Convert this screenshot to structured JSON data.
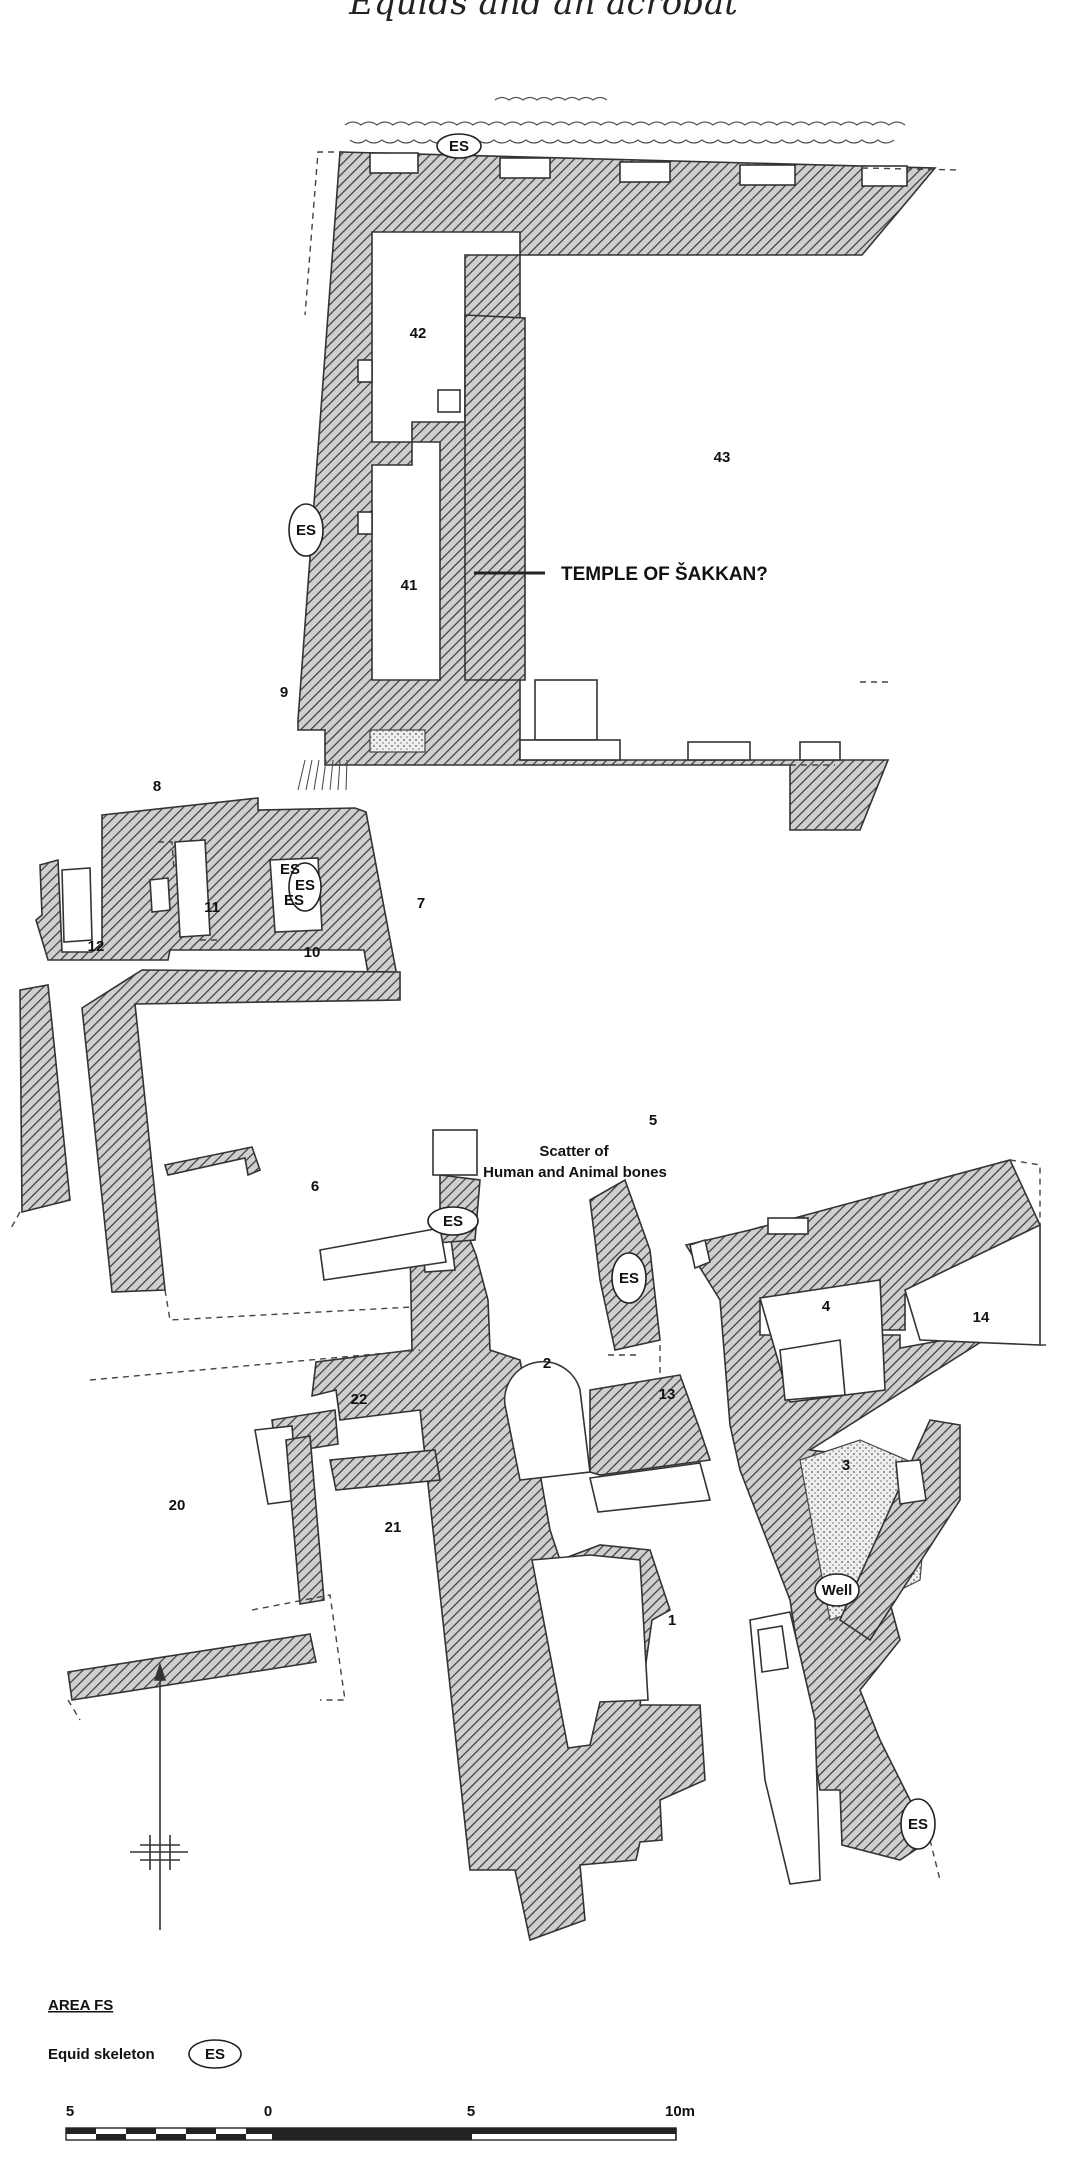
{
  "title": "Equids and an acrobat",
  "rooms": {
    "r1": "1",
    "r2": "2",
    "r3": "3",
    "r4": "4",
    "r5": "5",
    "r6": "6",
    "r7": "7",
    "r8": "8",
    "r9": "9",
    "r10": "10",
    "r11": "11",
    "r12": "12",
    "r13": "13",
    "r14": "14",
    "r20": "20",
    "r21": "21",
    "r22": "22",
    "r41": "41",
    "r42": "42",
    "r43": "43"
  },
  "annotations": {
    "temple": "TEMPLE OF ŠAKKAN?",
    "scatter_line1": "Scatter of",
    "scatter_line2": "Human and Animal bones",
    "well": "Well"
  },
  "equid_marker": "ES",
  "legend": {
    "area": "AREA FS",
    "equid_skeleton": "Equid skeleton",
    "symbol": "ES"
  },
  "scale_bar": {
    "ticks": [
      "5",
      "0",
      "5",
      "10m"
    ]
  }
}
